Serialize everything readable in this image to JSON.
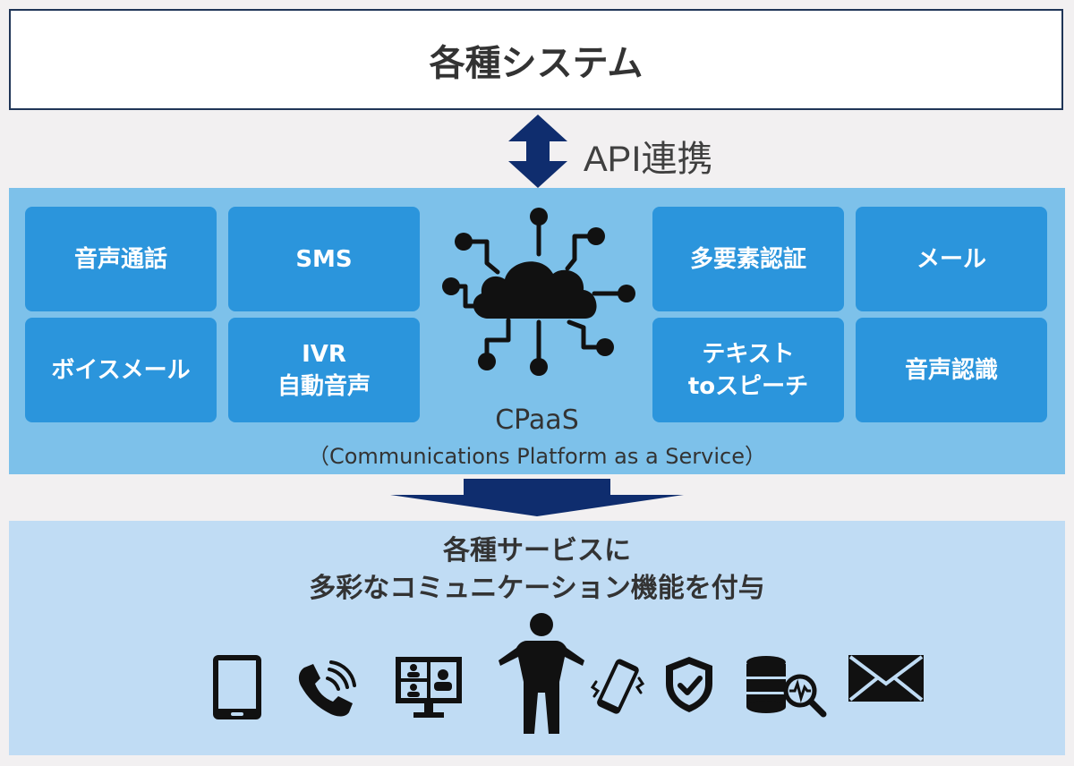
{
  "systems_box": {
    "title": "各種システム"
  },
  "api": {
    "label": "API連携"
  },
  "cpaas": {
    "services_left": [
      {
        "label": "音声通話"
      },
      {
        "label": "SMS"
      },
      {
        "label": "ボイスメール"
      },
      {
        "label": "IVR\n自動音声"
      }
    ],
    "services_right": [
      {
        "label": "多要素認証"
      },
      {
        "label": "メール"
      },
      {
        "label": "テキスト\ntoスピーチ"
      },
      {
        "label": "音声認識"
      }
    ],
    "name": "CPaaS",
    "full_name": "（Communications Platform as a Service）"
  },
  "benefit": {
    "line1": "各種サービスに",
    "line2": "多彩なコミュニケーション機能を付与"
  },
  "devices": [
    {
      "icon": "tablet-icon"
    },
    {
      "icon": "phone-call-icon"
    },
    {
      "icon": "video-conference-monitor-icon"
    },
    {
      "icon": "person-icon"
    },
    {
      "icon": "vibrating-smartphone-icon"
    },
    {
      "icon": "security-shield-icon"
    },
    {
      "icon": "database-search-icon"
    },
    {
      "icon": "envelope-icon"
    }
  ],
  "colors": {
    "tile_blue": "#2b95dc",
    "panel_blue": "#7dc1ea",
    "light_panel": "#c0dcf4",
    "navy_arrow": "#0f2d6e",
    "icon_black": "#111111"
  }
}
